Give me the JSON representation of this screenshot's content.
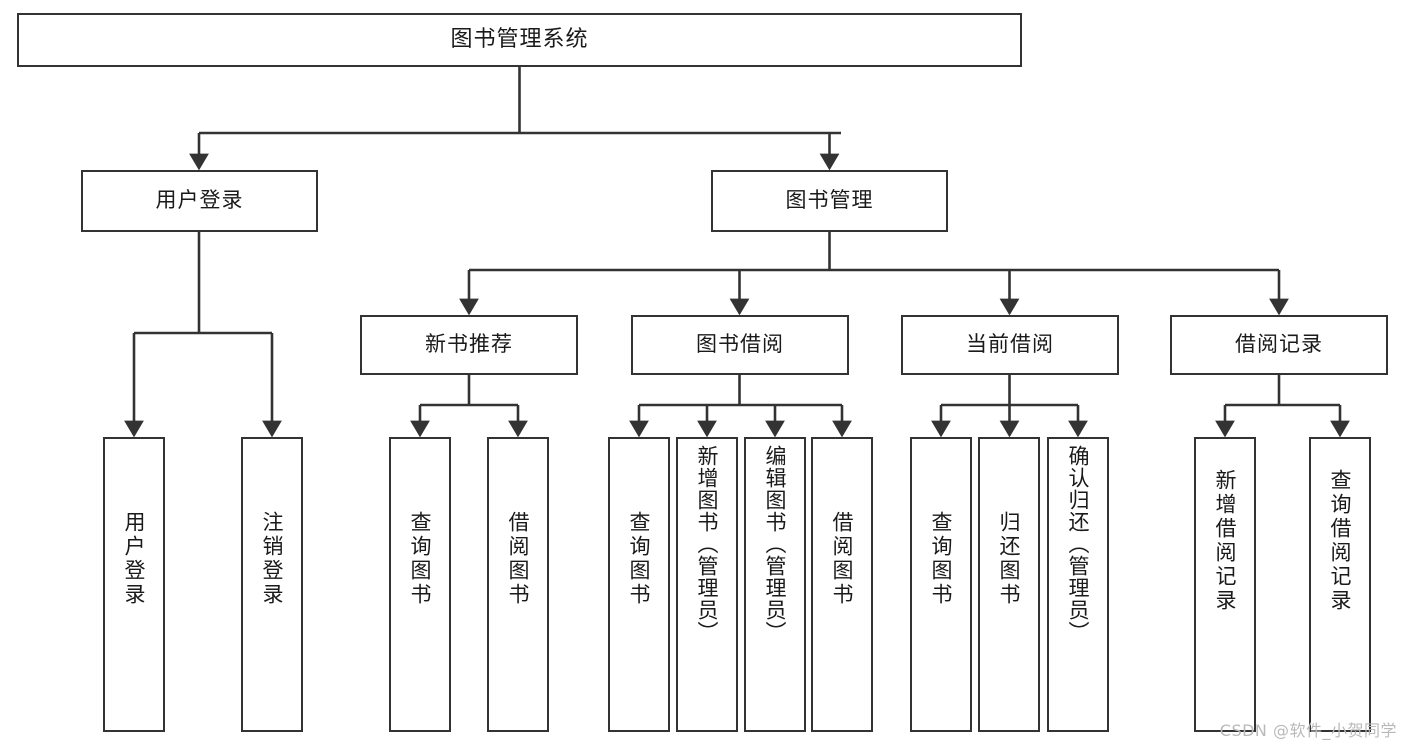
{
  "diagram": {
    "title": "图书管理系统",
    "watermark": "CSDN @软件_小贺同学",
    "colors": {
      "stroke": "#333333",
      "fill": "#ffffff",
      "text": "#1a1a1a",
      "watermark": "#b9b9b9"
    },
    "levels": {
      "root": "图书管理系统",
      "level2": [
        "用户登录",
        "图书管理"
      ],
      "level3": [
        "新书推荐",
        "图书借阅",
        "当前借阅",
        "借阅记录"
      ]
    },
    "nodes": {
      "root": {
        "label": "图书管理系统"
      },
      "user_login": {
        "label": "用户登录"
      },
      "book_manage": {
        "label": "图书管理"
      },
      "new_book_rec": {
        "label": "新书推荐"
      },
      "book_borrow": {
        "label": "图书借阅"
      },
      "current_borrow": {
        "label": "当前借阅"
      },
      "borrow_record": {
        "label": "借阅记录"
      },
      "leaf_user_login": {
        "label": "用户登录"
      },
      "leaf_user_logout": {
        "label": "注销登录"
      },
      "leaf_rec_query": {
        "label": "查询图书"
      },
      "leaf_rec_borrow": {
        "label": "借阅图书"
      },
      "leaf_borrow_query": {
        "label": "查询图书"
      },
      "leaf_borrow_add": {
        "label": "新增图书（管理员）"
      },
      "leaf_borrow_edit": {
        "label": "编辑图书（管理员）"
      },
      "leaf_borrow_lend": {
        "label": "借阅图书"
      },
      "leaf_cur_query": {
        "label": "查询图书"
      },
      "leaf_cur_return": {
        "label": "归还图书"
      },
      "leaf_cur_confirm": {
        "label": "确认归还（管理员）"
      },
      "leaf_rec_add": {
        "label": "新增借阅记录"
      },
      "leaf_rec_search": {
        "label": "查询借阅记录"
      }
    }
  }
}
